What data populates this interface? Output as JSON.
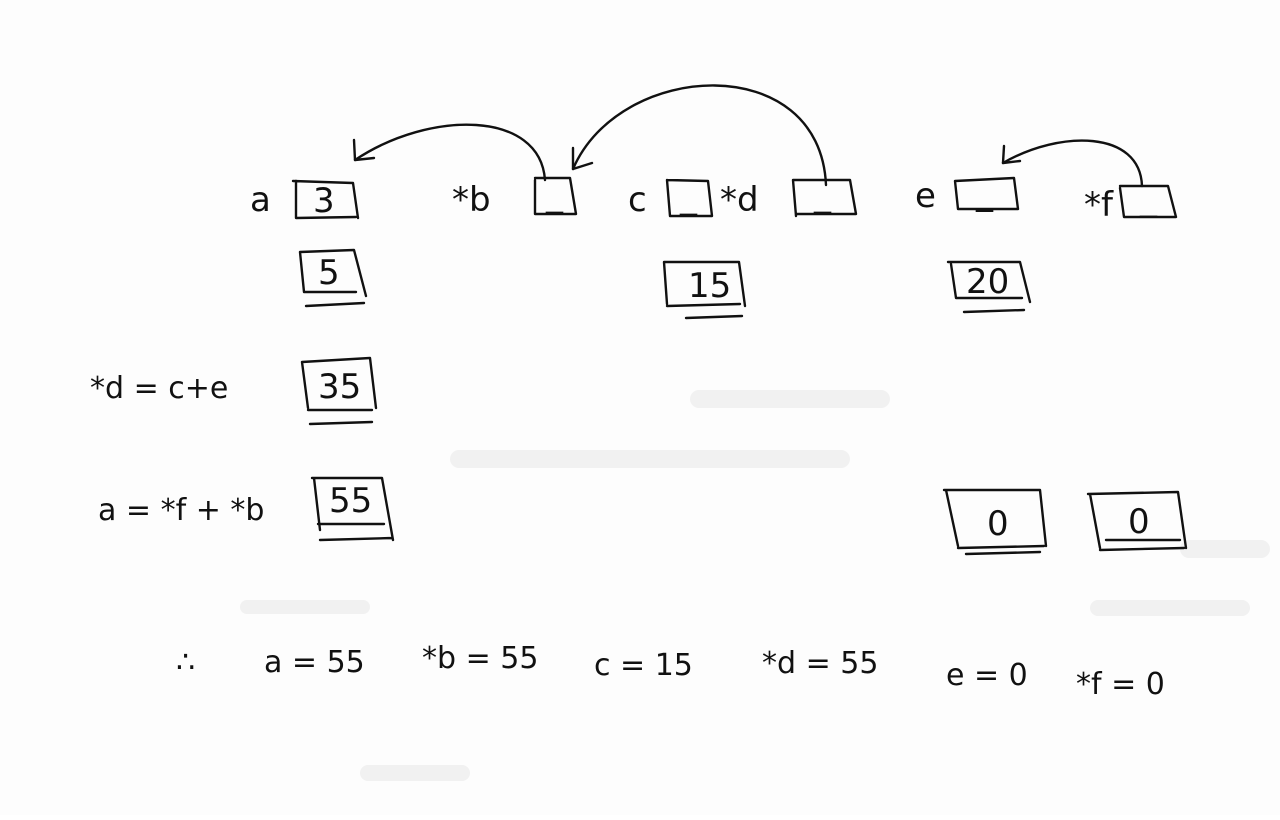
{
  "variables": [
    {
      "name": "a",
      "label": "a",
      "initial": "3"
    },
    {
      "name": "b",
      "label": "*b",
      "initial": "_"
    },
    {
      "name": "c",
      "label": "c",
      "initial": "_"
    },
    {
      "name": "d",
      "label": "*d",
      "initial": "_"
    },
    {
      "name": "e",
      "label": "e",
      "initial": "_"
    },
    {
      "name": "f",
      "label": "*f",
      "initial": "_"
    }
  ],
  "steps": {
    "row2": {
      "a": "5",
      "c": "15",
      "e": "20"
    },
    "row3": {
      "expr": "*d = c+e",
      "a": "35"
    },
    "row4": {
      "expr": "a = *f + *b",
      "a": "55",
      "e": "0",
      "f": "0"
    }
  },
  "conclusion": {
    "therefore": "∴",
    "items": [
      "a = 55",
      "*b = 55",
      "c = 15",
      "*d = 55",
      "e = 0",
      "*f = 0"
    ]
  },
  "pointers": [
    {
      "from": "b",
      "to": "a"
    },
    {
      "from": "d",
      "to": "b"
    },
    {
      "from": "f",
      "to": "e"
    }
  ]
}
